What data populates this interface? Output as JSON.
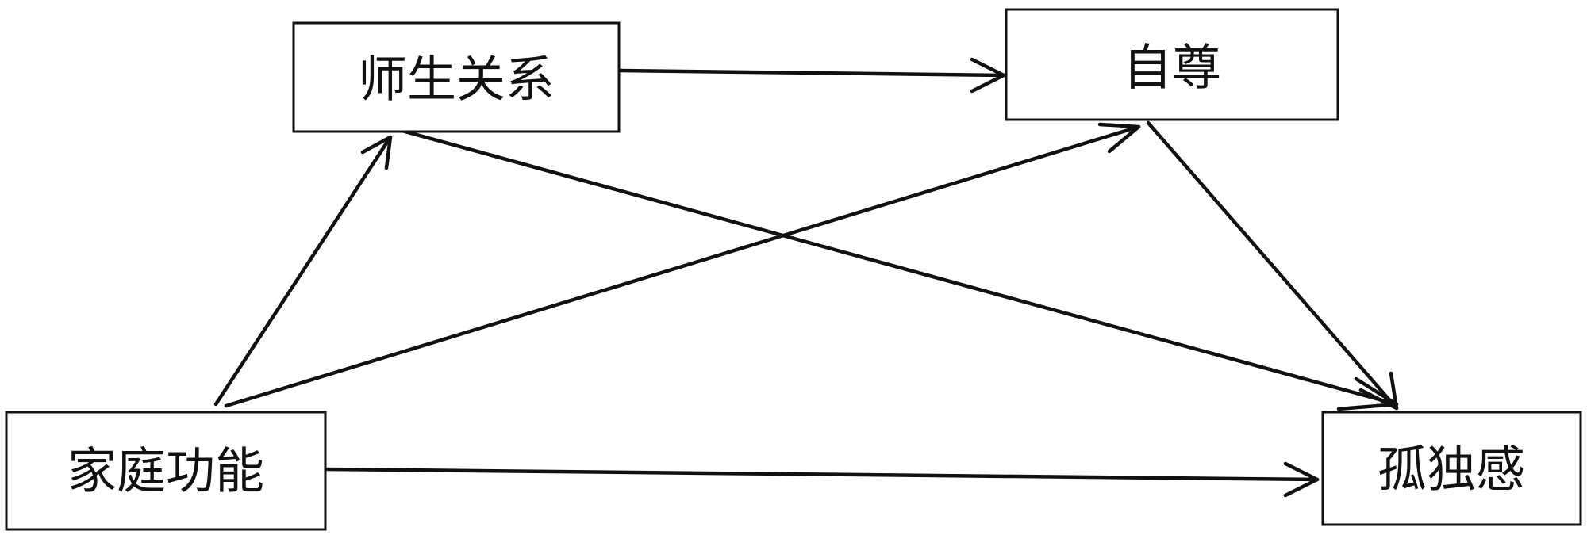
{
  "nodes": {
    "family_function": {
      "label": "家庭功能"
    },
    "teacher_student": {
      "label": "师生关系"
    },
    "self_esteem": {
      "label": "自尊"
    },
    "loneliness": {
      "label": "孤独感"
    }
  },
  "edges": [
    {
      "from": "family_function",
      "to": "teacher_student"
    },
    {
      "from": "family_function",
      "to": "self_esteem"
    },
    {
      "from": "family_function",
      "to": "loneliness"
    },
    {
      "from": "teacher_student",
      "to": "self_esteem"
    },
    {
      "from": "teacher_student",
      "to": "loneliness"
    },
    {
      "from": "self_esteem",
      "to": "loneliness"
    }
  ],
  "colors": {
    "stroke": "#111111",
    "background": "#ffffff"
  }
}
